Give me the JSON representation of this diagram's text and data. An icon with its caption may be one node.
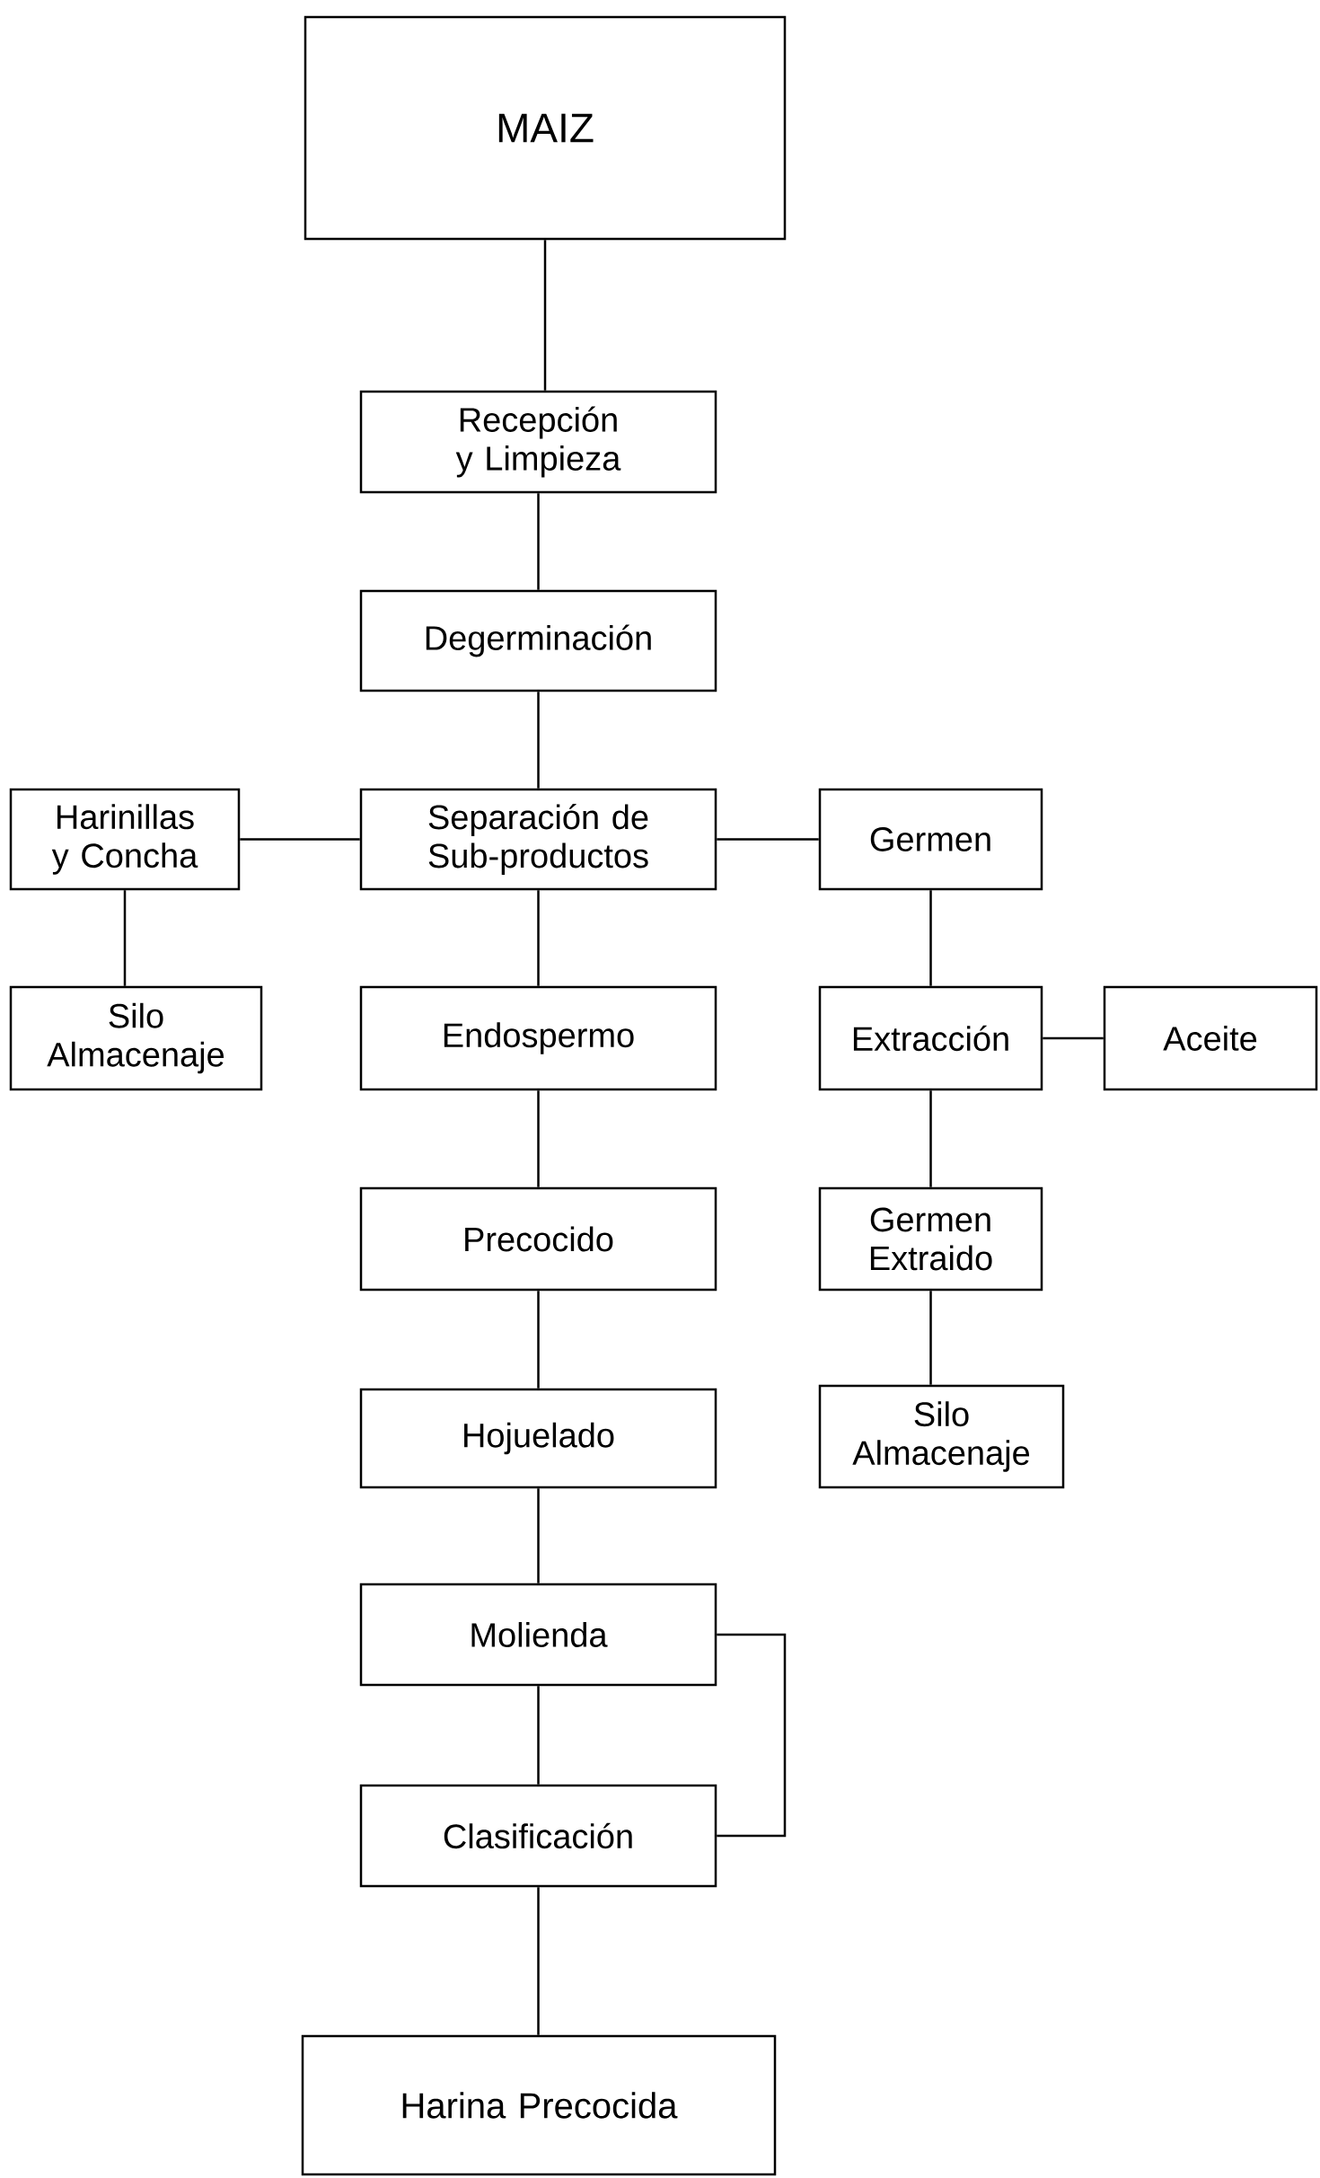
{
  "diagram": {
    "nodes": [
      {
        "text": [
          "MAIZ"
        ]
      },
      {
        "text": [
          "Recepción y Limpieza"
        ]
      },
      {
        "text": [
          "Degerminación"
        ]
      },
      {
        "text": [
          "Harinillas y Concha"
        ]
      },
      {
        "text": [
          "Separación de Sub-productos"
        ]
      },
      {
        "text": [
          "Germen"
        ]
      },
      {
        "text": [
          "Silo Almacenaje"
        ]
      },
      {
        "text": [
          "Endospermo"
        ]
      },
      {
        "text": [
          "Extracción"
        ]
      },
      {
        "text": [
          "Aceite"
        ]
      },
      {
        "text": [
          "Precocido"
        ]
      },
      {
        "text": [
          "Germen Extraido"
        ]
      },
      {
        "text": [
          "Hojuelado"
        ]
      },
      {
        "text": [
          "Silo Almacenaje"
        ]
      },
      {
        "text": [
          "Molienda"
        ]
      },
      {
        "text": [
          "Clasificación"
        ]
      },
      {
        "text": [
          "Harina Precocida"
        ]
      }
    ],
    "edges": [
      {
        "from": 0,
        "to": 1,
        "arrow": "none"
      },
      {
        "from": 1,
        "to": 2,
        "arrow": "none"
      },
      {
        "from": 2,
        "to": 4,
        "arrow": "none"
      },
      {
        "from": 4,
        "to": 3,
        "arrow": "none"
      },
      {
        "from": 4,
        "to": 5,
        "arrow": "none"
      },
      {
        "from": 3,
        "to": 6,
        "arrow": "none"
      },
      {
        "from": 4,
        "to": 7,
        "arrow": "none"
      },
      {
        "from": 5,
        "to": 8,
        "arrow": "none"
      },
      {
        "from": 8,
        "to": 9,
        "arrow": "none"
      },
      {
        "from": 7,
        "to": 10,
        "arrow": "none"
      },
      {
        "from": 8,
        "to": 11,
        "arrow": "none"
      },
      {
        "from": 10,
        "to": 12,
        "arrow": "none"
      },
      {
        "from": 11,
        "to": 13,
        "arrow": "none"
      },
      {
        "from": 12,
        "to": 14,
        "arrow": "none"
      },
      {
        "from": 14,
        "to": 15,
        "arrow": "none"
      },
      {
        "from": 14,
        "to": 15,
        "arrow": "none"
      },
      {
        "from": 15,
        "to": 16,
        "arrow": "none"
      }
    ]
  }
}
